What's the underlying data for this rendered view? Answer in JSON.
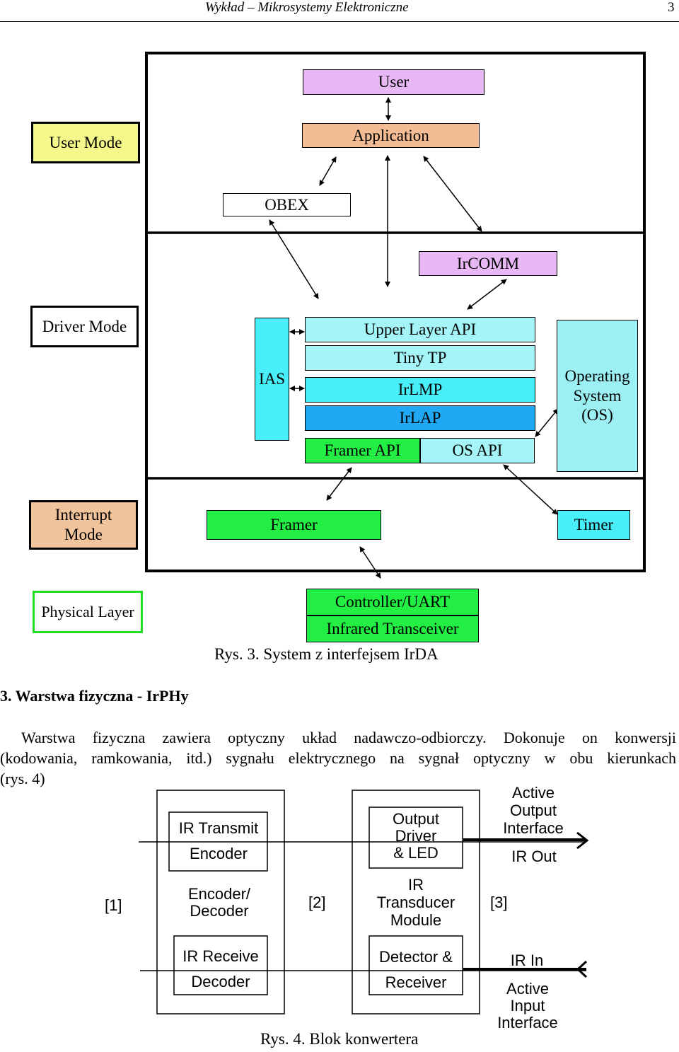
{
  "header": {
    "title": "Wykład – Mikrosystemy Elektroniczne",
    "page_number": "3"
  },
  "figure3": {
    "modes": {
      "user": "User Mode",
      "driver": "Driver Mode",
      "interrupt_line1": "Interrupt",
      "interrupt_line2": "Mode",
      "physical": "Physical Layer"
    },
    "blocks": {
      "user": "User",
      "application": "Application",
      "obex": "OBEX",
      "ircomm": "IrCOMM",
      "ias": "IAS",
      "upper_layer_api": "Upper Layer API",
      "tiny_tp": "Tiny TP",
      "irlmp": "IrLMP",
      "irlap": "IrLAP",
      "framer_api": "Framer API",
      "os_api": "OS API",
      "os_line1": "Operating",
      "os_line2": "System",
      "os_line3": "(OS)",
      "framer": "Framer",
      "timer": "Timer",
      "controller_uart": "Controller/UART",
      "infrared_transceiver": "Infrared Transceiver"
    },
    "colors": {
      "user": "#e8b8f4",
      "application": "#f4bc94",
      "user_mode": "#f4f88a",
      "interrupt_mode": "#f2c49c",
      "physical_border": "#22dd22",
      "cyan_light": "#a4f4f8",
      "cyan": "#48eef8",
      "blue": "#20a8f4",
      "green": "#22ee44",
      "os": "#9cf0f4"
    },
    "caption": "Rys. 3. System z interfejsem IrDA"
  },
  "section": {
    "heading": "3. Warstwa fizyczna - IrPHy",
    "paragraph_line1": "Warstwa fizyczna zawiera optyczny układ nadawczo-odbiorczy. Dokonuje on konwersji",
    "paragraph_line2": "(kodowania, ramkowania, itd.) sygnału elektrycznego na sygnał optyczny w obu kierunkach",
    "paragraph_line3": "(rys. 4)"
  },
  "figure4": {
    "ir_transmit_line1": "IR Transmit",
    "ir_transmit_line2": "Encoder",
    "encoder_decoder_line1": "Encoder/",
    "encoder_decoder_line2": "Decoder",
    "ir_receive_line1": "IR Receive",
    "ir_receive_line2": "Decoder",
    "output_driver_line1": "Output",
    "output_driver_line2": "Driver",
    "output_driver_line3": "& LED",
    "ir_transducer_line1": "IR",
    "ir_transducer_line2": "Transducer",
    "ir_transducer_line3": "Module",
    "detector_line1": "Detector &",
    "detector_line2": "Receiver",
    "active_output_line1": "Active",
    "active_output_line2": "Output",
    "active_output_line3": "Interface",
    "ir_out": "IR Out",
    "ir_in": "IR In",
    "active_input_line1": "Active",
    "active_input_line2": "Input",
    "active_input_line3": "Interface",
    "label1": "[1]",
    "label2": "[2]",
    "label3": "[3]",
    "caption": "Rys. 4. Blok konwertera"
  }
}
